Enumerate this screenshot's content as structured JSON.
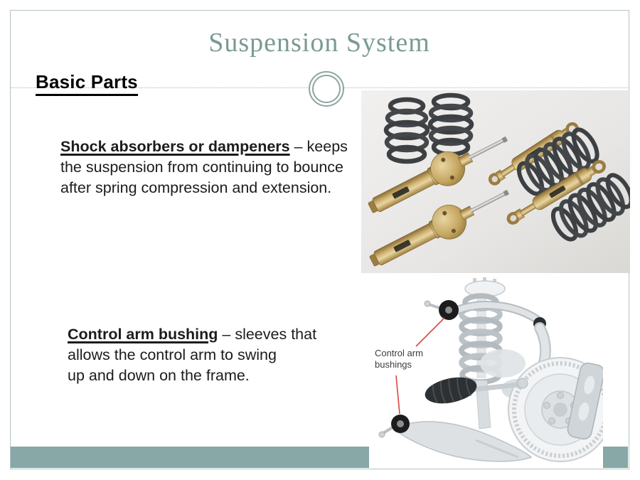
{
  "slide": {
    "title": "Suspension System",
    "section_heading": "Basic Parts"
  },
  "content": {
    "items": [
      {
        "term": "Shock absorbers or dampeners",
        "definition": " – keeps\nthe suspension from continuing to bounce\nafter spring compression and extension."
      },
      {
        "term": "Control arm bushing",
        "definition": " – sleeves that\nallows the control arm to swing\nup and down on the frame."
      }
    ]
  },
  "images": {
    "suspension_assembly": {
      "label_line1": "Control arm",
      "label_line2": "bushings"
    }
  },
  "colors": {
    "accent_teal": "#87A8A7",
    "title_green": "#7A9A94",
    "frame_border": "#B5C4C2",
    "leader_red": "#D9483F",
    "shock_gold": "#B2954F",
    "spring_dark": "#3D4043"
  }
}
